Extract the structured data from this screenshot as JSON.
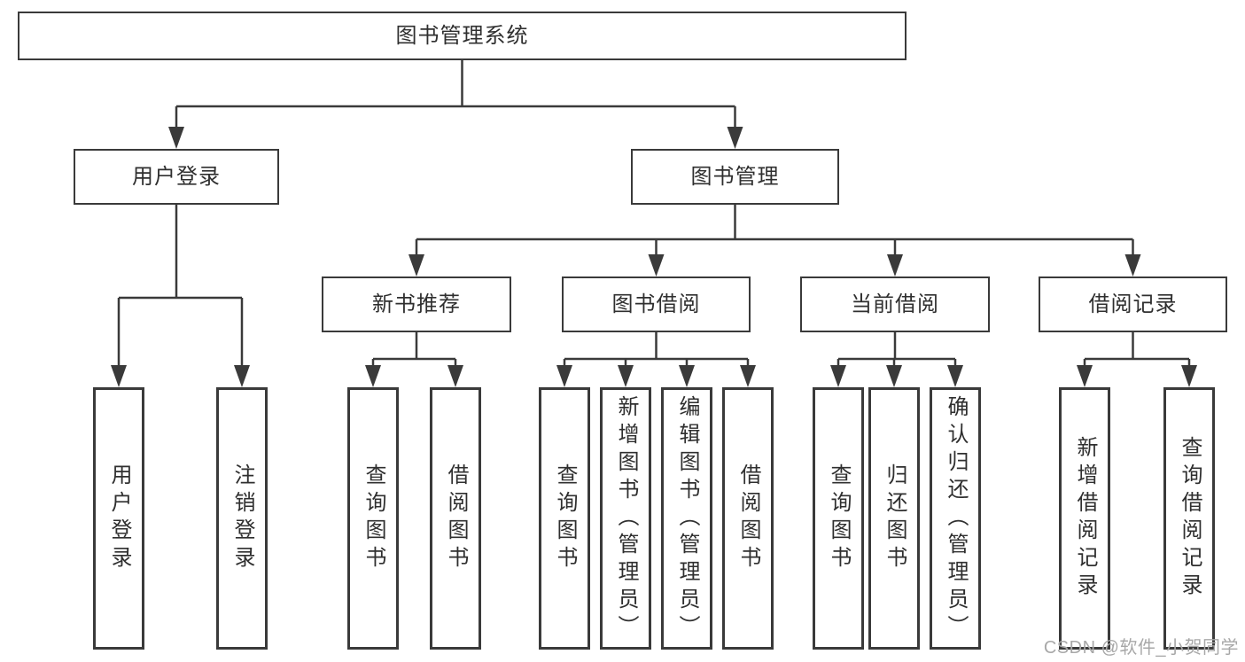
{
  "diagram": {
    "title": "图书管理系统"
  },
  "nodes": [
    {
      "id": "root",
      "label": "图书管理系统",
      "parent": null
    },
    {
      "id": "user-login",
      "label": "用户登录",
      "parent": "root"
    },
    {
      "id": "book-mgmt",
      "label": "图书管理",
      "parent": "root"
    },
    {
      "id": "login",
      "label": "用户登录",
      "parent": "user-login"
    },
    {
      "id": "logout",
      "label": "注销登录",
      "parent": "user-login"
    },
    {
      "id": "new-book-rec",
      "label": "新书推荐",
      "parent": "book-mgmt"
    },
    {
      "id": "book-borrow",
      "label": "图书借阅",
      "parent": "book-mgmt"
    },
    {
      "id": "current-borrow",
      "label": "当前借阅",
      "parent": "book-mgmt"
    },
    {
      "id": "borrow-records",
      "label": "借阅记录",
      "parent": "book-mgmt"
    },
    {
      "id": "rec-query-books",
      "label": "查询图书",
      "parent": "new-book-rec"
    },
    {
      "id": "rec-borrow-books",
      "label": "借阅图书",
      "parent": "new-book-rec"
    },
    {
      "id": "bb-query-books",
      "label": "查询图书",
      "parent": "book-borrow"
    },
    {
      "id": "bb-add-books",
      "label": "新增图书（管理员）",
      "parent": "book-borrow"
    },
    {
      "id": "bb-edit-books",
      "label": "编辑图书（管理员）",
      "parent": "book-borrow"
    },
    {
      "id": "bb-borrow-books",
      "label": "借阅图书",
      "parent": "book-borrow"
    },
    {
      "id": "cb-query-books",
      "label": "查询图书",
      "parent": "current-borrow"
    },
    {
      "id": "cb-return-books",
      "label": "归还图书",
      "parent": "current-borrow"
    },
    {
      "id": "cb-confirm-return",
      "label": "确认归还（管理员）",
      "parent": "current-borrow"
    },
    {
      "id": "br-add-record",
      "label": "新增借阅记录",
      "parent": "borrow-records"
    },
    {
      "id": "br-query-record",
      "label": "查询借阅记录",
      "parent": "borrow-records"
    }
  ],
  "watermark": "CSDN @软件_小贺同学",
  "colors": {
    "line": "#3a3a3a",
    "text": "#2f2f2f",
    "watermark": "#a8a8a8",
    "background": "#ffffff"
  }
}
